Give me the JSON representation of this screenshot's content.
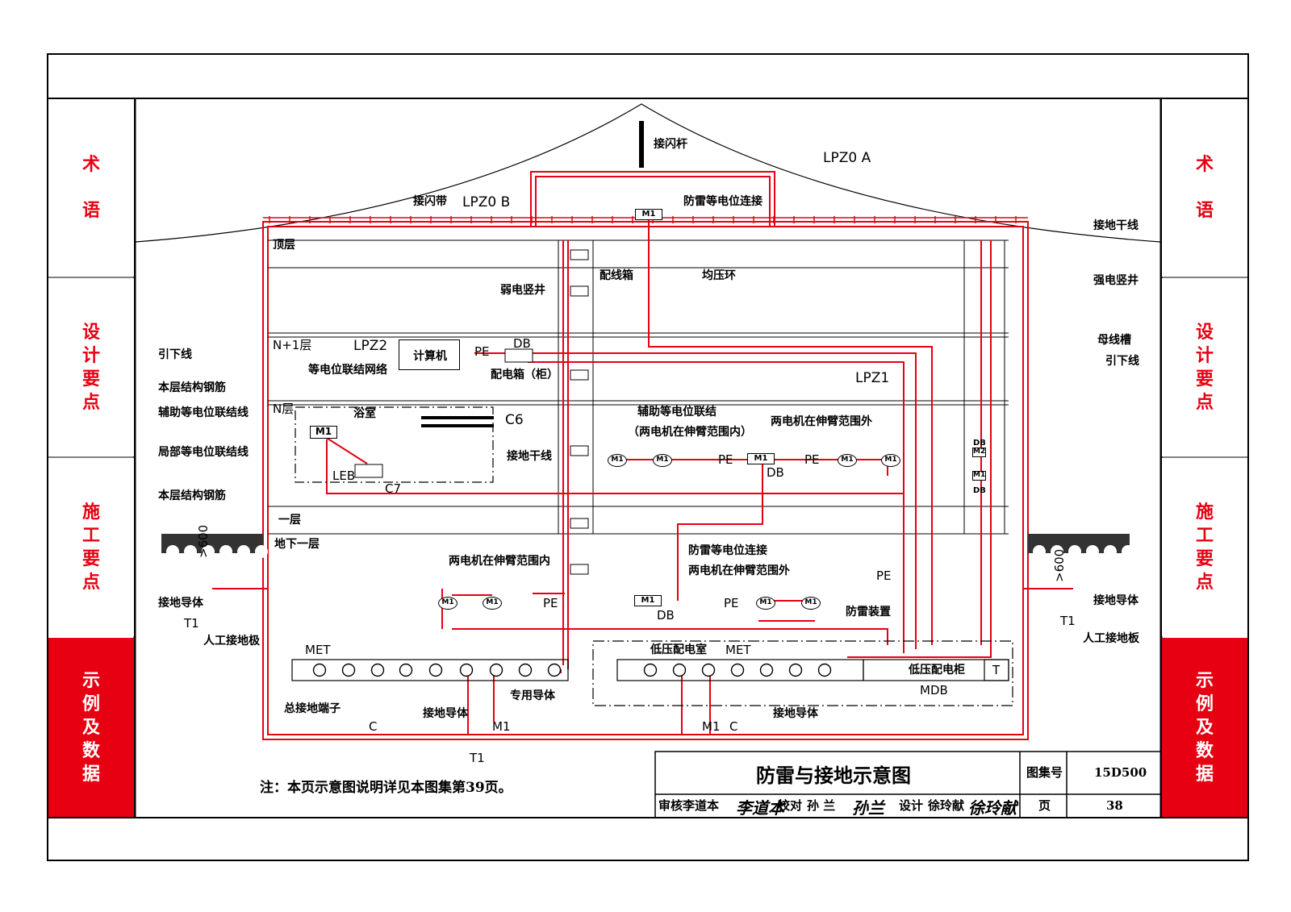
{
  "sidebar_left": [
    {
      "lines": [
        "术",
        "语"
      ],
      "active": false
    },
    {
      "lines": [
        "设",
        "计",
        "要",
        "点"
      ],
      "active": false
    },
    {
      "lines": [
        "施",
        "工",
        "要",
        "点"
      ],
      "active": false
    },
    {
      "lines": [
        "示",
        "例",
        "及",
        "数",
        "据"
      ],
      "active": true
    }
  ],
  "sidebar_right": [
    {
      "lines": [
        "术",
        "语"
      ],
      "active": false
    },
    {
      "lines": [
        "设",
        "计",
        "要",
        "点"
      ],
      "active": false
    },
    {
      "lines": [
        "施",
        "工",
        "要",
        "点"
      ],
      "active": false
    },
    {
      "lines": [
        "示",
        "例",
        "及",
        "数",
        "据"
      ],
      "active": true
    }
  ],
  "colors": {
    "accent": "#e60012",
    "line": "#000000",
    "paper": "#ffffff"
  },
  "labels": {
    "air_terminal_rod": "接闪杆",
    "lpz0a": "LPZ0 A",
    "air_terminal_strip": "接闪带",
    "lpz0b": "LPZ0 B",
    "lightning_bonding_top": "防雷等电位连接",
    "grounding_trunk_right": "接地干线",
    "top_floor": "顶层",
    "distribution_box": "配线箱",
    "equalizing_ring": "均压环",
    "weak_shaft": "弱电竖井",
    "strong_shaft": "强电竖井",
    "busway": "母线槽",
    "down_conductor_right": "引下线",
    "down_conductor_left": "引下线",
    "floor_n1": "N+1层",
    "lpz2": "LPZ2",
    "computer": "计算机",
    "pe_top": "PE",
    "db_top": "DB",
    "bonding_network": "等电位联结网络",
    "distribution_cabinet": "配电箱（柜）",
    "lpz1": "LPZ1",
    "structural_steel_1": "本层结构钢筋",
    "aux_bonding_line": "辅助等电位联结线",
    "floor_n": "N层",
    "bathroom": "浴室",
    "c6": "C6",
    "local_bonding_line": "局部等电位联结线",
    "leb": "LEB",
    "c7": "C7",
    "grounding_trunk_mid": "接地干线",
    "aux_bonding": "辅助等电位联结",
    "motors_inside_1": "（两电机在伸臂范围内）",
    "motors_outside_1": "两电机在伸臂范围外",
    "pe_n1": "PE",
    "pe_n2": "PE",
    "db_n": "DB",
    "db_m2_top": "DB",
    "db_m1_bottom": "DB",
    "structural_steel_2": "本层结构钢筋",
    "floor_1": "一层",
    "basement_1": "地下一层",
    "motors_inside_2": "两电机在伸臂范围内",
    "lightning_bonding_bottom": "防雷等电位连接",
    "motors_outside_2": "两电机在伸臂范围外",
    "pe_b1": "PE",
    "pe_b2": "PE",
    "pe_b3": "PE",
    "db_b": "DB",
    "surge_device": "防雷装置",
    "depth_left": ">600",
    "depth_right": ">600",
    "ground_conductor_left": "接地导体",
    "ground_conductor_right": "接地导体",
    "t1_left": "T1",
    "t1_right": "T1",
    "ground_plate_left": "人工接地极",
    "ground_plate_right": "人工接地板",
    "met_left": "MET",
    "lv_room": "低压配电室",
    "met_right": "MET",
    "main_terminal": "总接地端子",
    "dedicated_conductor": "专用导体",
    "ground_conductor_bottom": "接地导体",
    "c_bottom_left": "C",
    "m1_bottom_left": "M1",
    "lv_cabinet": "低压配电柜",
    "t_box": "T",
    "mdb": "MDB",
    "m1_bottom_right": "M1",
    "c_bottom_right": "C",
    "ground_conductor_bottom_right": "接地导体",
    "t1_bottom": "T1",
    "m1_top": "M1",
    "m1_bath": "M1",
    "m1_db": "M1",
    "m1_b": "M1",
    "m2_db": "M2",
    "m1_db2": "M1",
    "motor": "M1"
  },
  "note": "注：本页示意图说明详见本图集第39页。",
  "title_block": {
    "title": "防雷与接地示意图",
    "atlas_label": "图集号",
    "atlas_no": "15D500",
    "review_label": "审核",
    "reviewer": "李道本",
    "check_label": "校对",
    "checker": "孙 兰",
    "design_label": "设计",
    "designer": "徐玲献",
    "page_label": "页",
    "page_no": "38"
  }
}
